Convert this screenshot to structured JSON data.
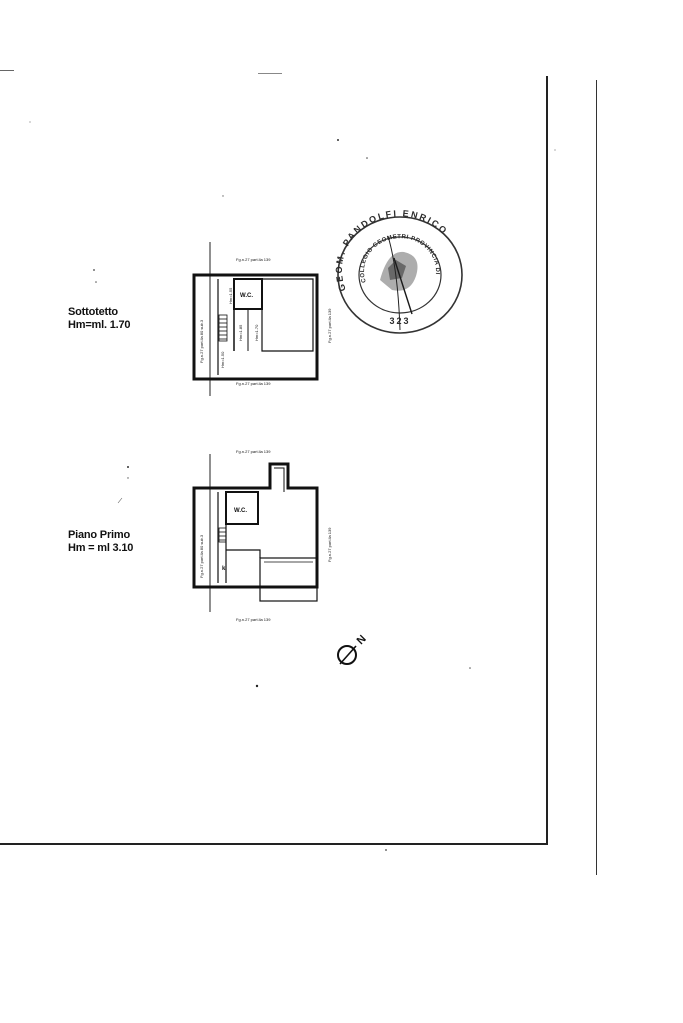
{
  "levels": [
    {
      "name": "Sottotetto",
      "height": "Hm=ml. 1.70",
      "north_label": "Fg.n.27 part.lla 139",
      "south_label": "Fg.n.27 part.lla 139",
      "west_label": "Fg.n.27 part.lla 80 sub.3",
      "east_label": "Fg.n.27 part.lla 139",
      "rooms": [
        "W.C."
      ],
      "inner_heights": [
        "Hm=1.55",
        "Hm=1.85",
        "Hm=1.70",
        "Hm=1.50"
      ]
    },
    {
      "name": "Piano Primo",
      "height": "Hm = ml 3.10",
      "north_label": "Fg.n.27 part.lla 139",
      "south_label": "Fg.n.27 part.lla 139",
      "west_label": "Fg.n.27 part.lla 80 sub.3",
      "east_label": "Fg.n.27 part.lla 139",
      "rooms": [
        "W.C.",
        "k"
      ]
    }
  ],
  "north_arrow": {
    "letter": "N"
  },
  "stamp": {
    "outer_text": "GEOM. PANDOLFI ENRICO",
    "inner_text": "COLLEGIO GEOMETRI PROVINCIA DI",
    "number": "323"
  }
}
